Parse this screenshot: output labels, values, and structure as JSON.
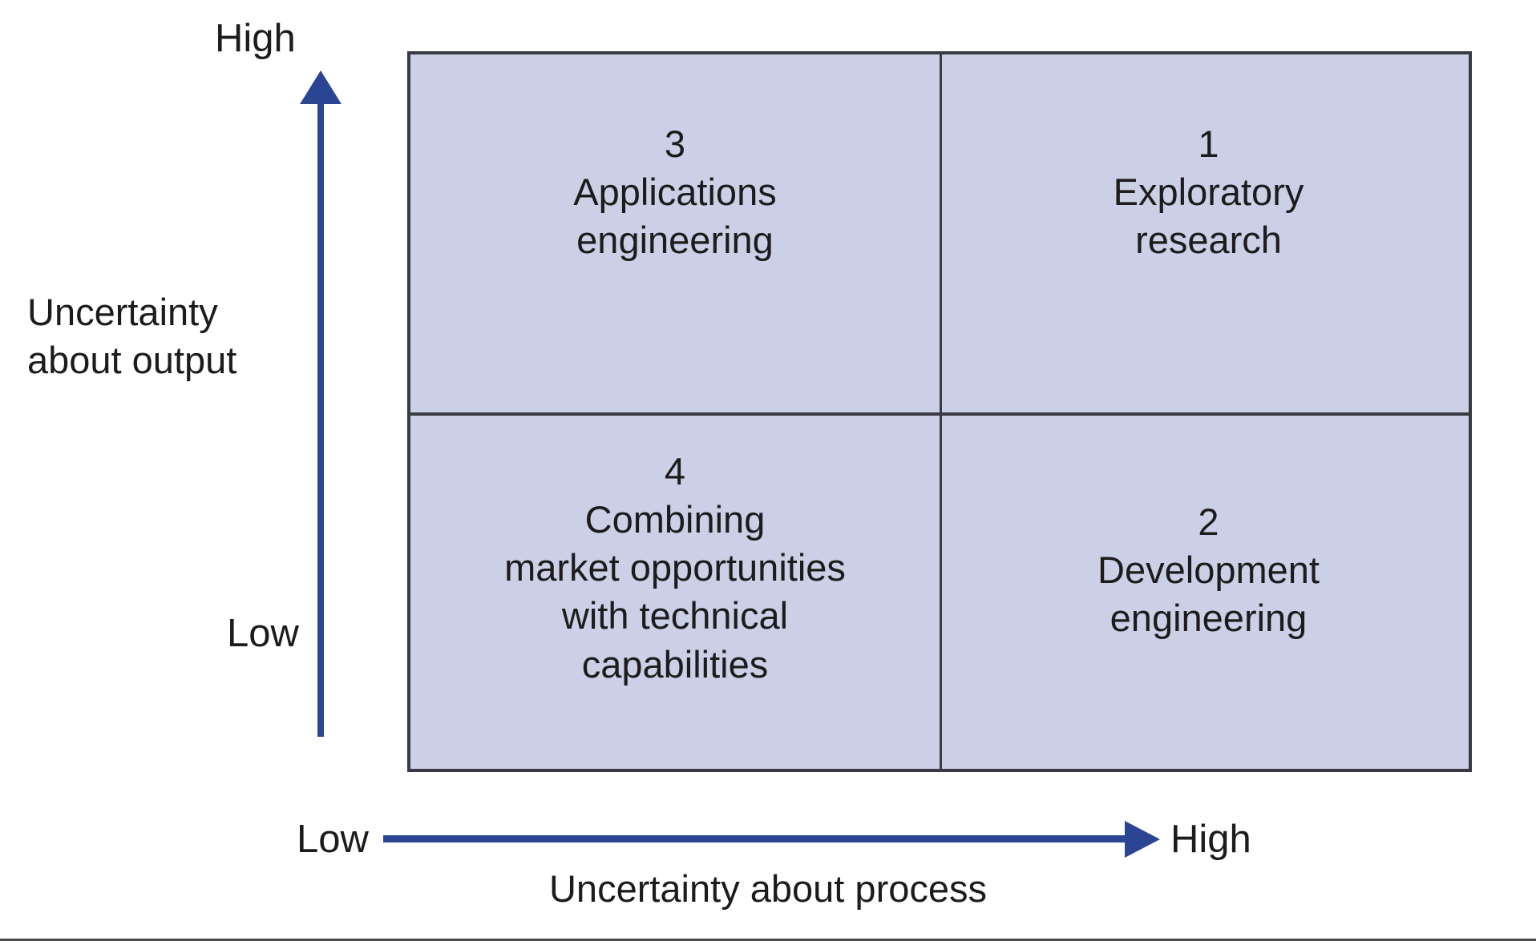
{
  "figure": {
    "type": "2x2-matrix-diagram",
    "fill_color": "#ccd0e6",
    "border_color": "#3a3a42",
    "axis_color": "#2b4593",
    "text_color": "#1c1c1c"
  },
  "y_axis": {
    "title_line1": "Uncertainty",
    "title_line2": "about output",
    "low_label": "Low",
    "high_label": "High",
    "direction": "up"
  },
  "x_axis": {
    "title": "Uncertainty about process",
    "low_label": "Low",
    "high_label": "High",
    "direction": "right"
  },
  "quadrants": [
    {
      "id": "quadrant-3",
      "number": "3",
      "label_line1": "Applications",
      "label_line2": "engineering",
      "position": "top-left",
      "x_level": "Low",
      "y_level": "High"
    },
    {
      "id": "quadrant-1",
      "number": "1",
      "label_line1": "Exploratory",
      "label_line2": "research",
      "position": "top-right",
      "x_level": "High",
      "y_level": "High"
    },
    {
      "id": "quadrant-4",
      "number": "4",
      "label_line1": "Combining",
      "label_line2": "market opportunities",
      "label_line3": "with technical",
      "label_line4": "capabilities",
      "position": "bottom-left",
      "x_level": "Low",
      "y_level": "Low"
    },
    {
      "id": "quadrant-2",
      "number": "2",
      "label_line1": "Development",
      "label_line2": "engineering",
      "position": "bottom-right",
      "x_level": "High",
      "y_level": "Low"
    }
  ]
}
